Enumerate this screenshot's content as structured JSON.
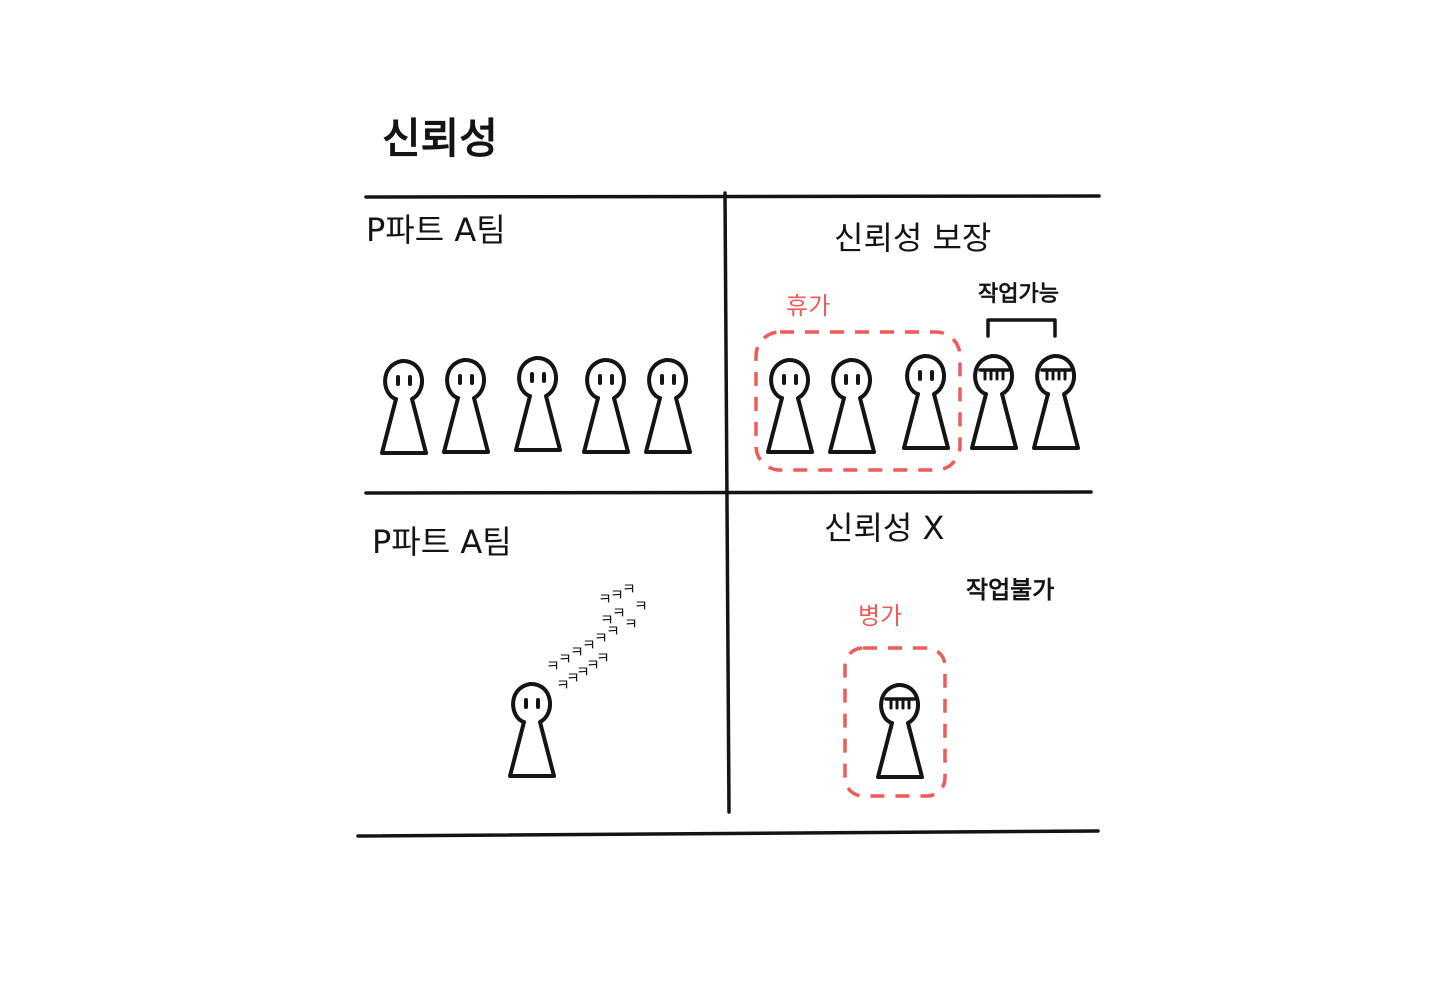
{
  "title": "신뢰성",
  "panels": {
    "top_left": {
      "label": "P파트 A팀"
    },
    "top_right": {
      "label": "신뢰성 보장",
      "vacation_label": "휴가",
      "workable_label": "작업가능"
    },
    "bottom_left": {
      "label": "P파트 A팀"
    },
    "bottom_right": {
      "label": "신뢰성 X",
      "unworkable_label": "작업불가",
      "sick_leave_label": "병가"
    }
  },
  "colors": {
    "ink": "#141414",
    "accent": "#ef5a5a"
  },
  "icons": [
    "person-figure-icon",
    "crying-person-icon",
    "sleeping-zzz-icon",
    "bracket-icon"
  ]
}
